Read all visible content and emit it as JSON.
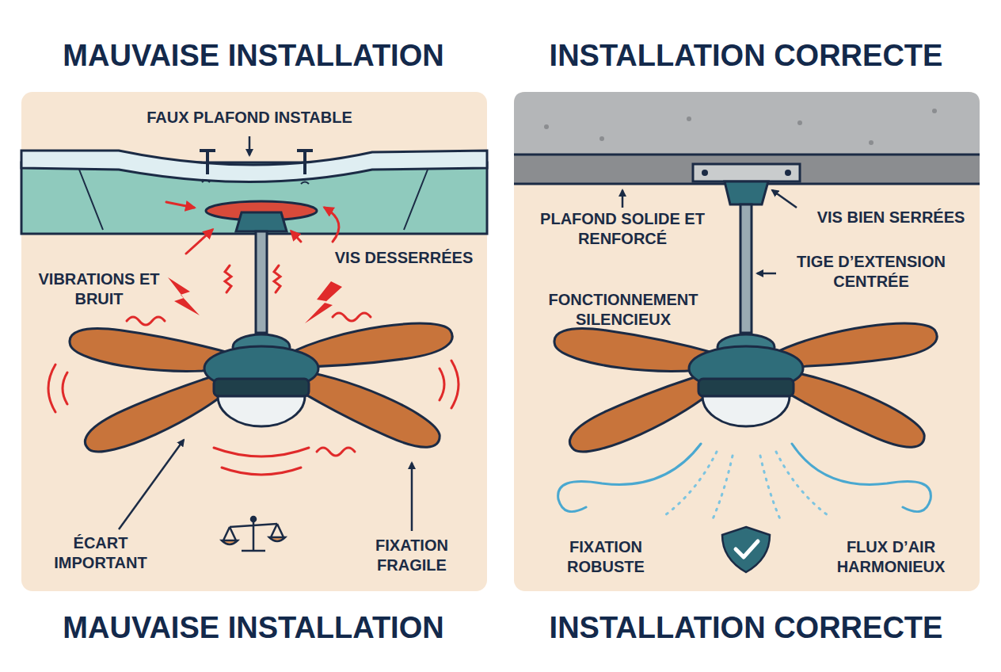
{
  "diagram": {
    "nodes": [
      {
        "text": [
          "MAUVAISE INSTALLATION",
          "MAUVAISE INSTALLATION"
        ]
      },
      {
        "text": [
          "INSTALLATION CORRECTE",
          "INSTALLATION CORRECTE"
        ]
      }
    ],
    "labels": [
      "FAUX PLAFOND INSTABLE",
      "VIS DESSERRÉES",
      "VIBRATIONS ET BRUIT",
      "ÉCART IMPORTANT",
      "FIXATION FRAGILE",
      "PLAFOND SOLIDE ET RENFORCÉ",
      "VIS BIEN SERRÉES",
      "TIGE D’EXTENSION CENTRÉE",
      "FONCTIONNEMENT SILENCIEUX",
      "FIXATION ROBUSTE",
      "FLUX D’AIR HARMONIEUX"
    ]
  }
}
